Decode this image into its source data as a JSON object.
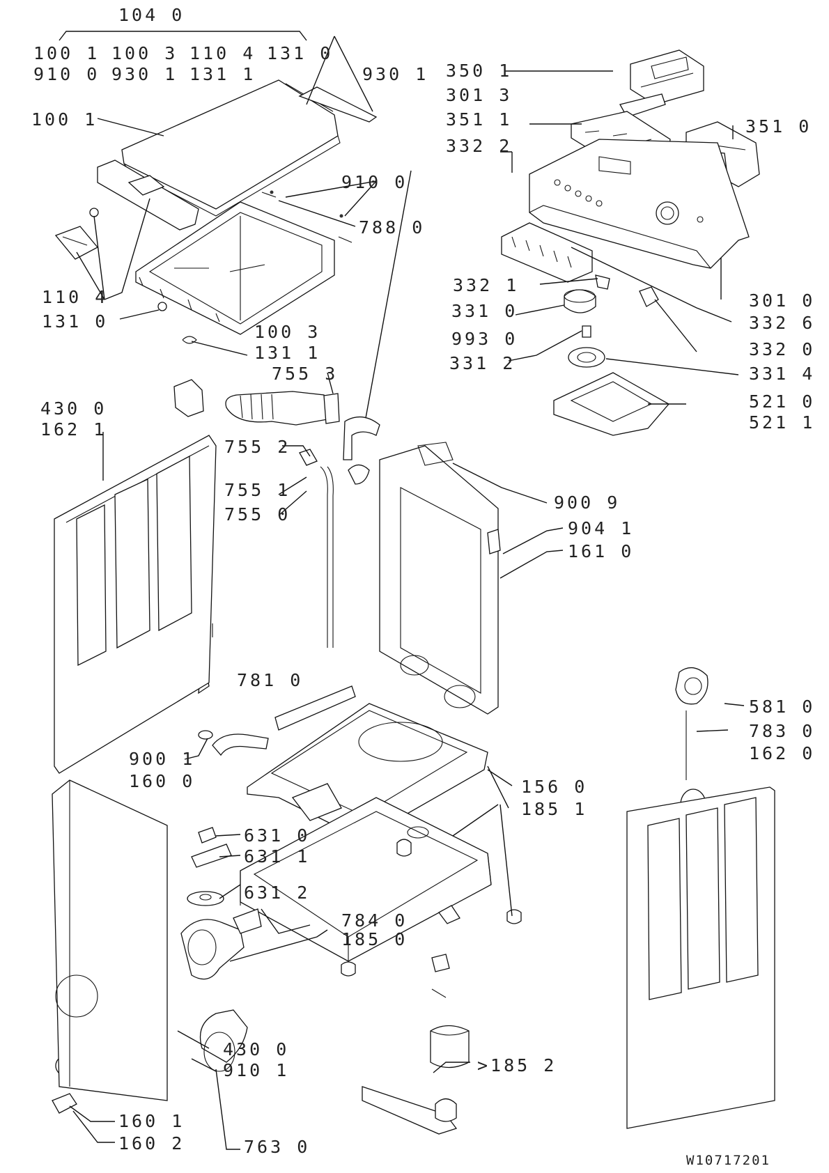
{
  "labels": {
    "l1040": "104 0",
    "l1001a": "100 1",
    "l1003a": "100 3",
    "l1104a": "110 4",
    "l1310a": "131 0",
    "l9100a": "910 0",
    "l9301a": "930 1",
    "l1311a": "131 1",
    "l9301b": "930 1",
    "l1001b": "100 1",
    "l9100b": "910 0",
    "l7880": "788 0",
    "l1104b": "110 4",
    "l1310b": "131 0",
    "l1003b": "100 3",
    "l1311b": "131 1",
    "l7553": "755 3",
    "l3501": "350 1",
    "l3013": "301 3",
    "l3511": "351 1",
    "l3510": "351 0",
    "l3322a": "332 2",
    "l3321": "332 1",
    "l3310": "331 0",
    "l9930": "993 0",
    "l3312": "331 2",
    "l3010": "301 0",
    "l3326": "332 6",
    "l3320": "332 0",
    "l3314": "331 4",
    "l5210": "521 0",
    "l5211": "521 1",
    "l4300a": "430 0",
    "l1621": "162 1",
    "l7552": "755 2",
    "l7551": "755 1",
    "l7550": "755 0",
    "l9009": "900 9",
    "l9041": "904 1",
    "l1610": "161 0",
    "l7810": "781 0",
    "l5810": "581 0",
    "l7830": "783 0",
    "l1620": "162 0",
    "l9001": "900 1",
    "l1600": "160 0",
    "l1560": "156 0",
    "l1851": "185 1",
    "l6310": "631 0",
    "l6311": "631 1",
    "l6312": "631 2",
    "l7840": "784 0",
    "l1850": "185 0",
    "l1852": ">185 2",
    "l4300b": "430 0",
    "l9101": "910 1",
    "l1601": "160 1",
    "l1602": "160 2",
    "l7630": "763 0"
  },
  "footer": {
    "code": "W10717201"
  },
  "colors": {
    "ink": "#111111",
    "background": "#ffffff"
  }
}
